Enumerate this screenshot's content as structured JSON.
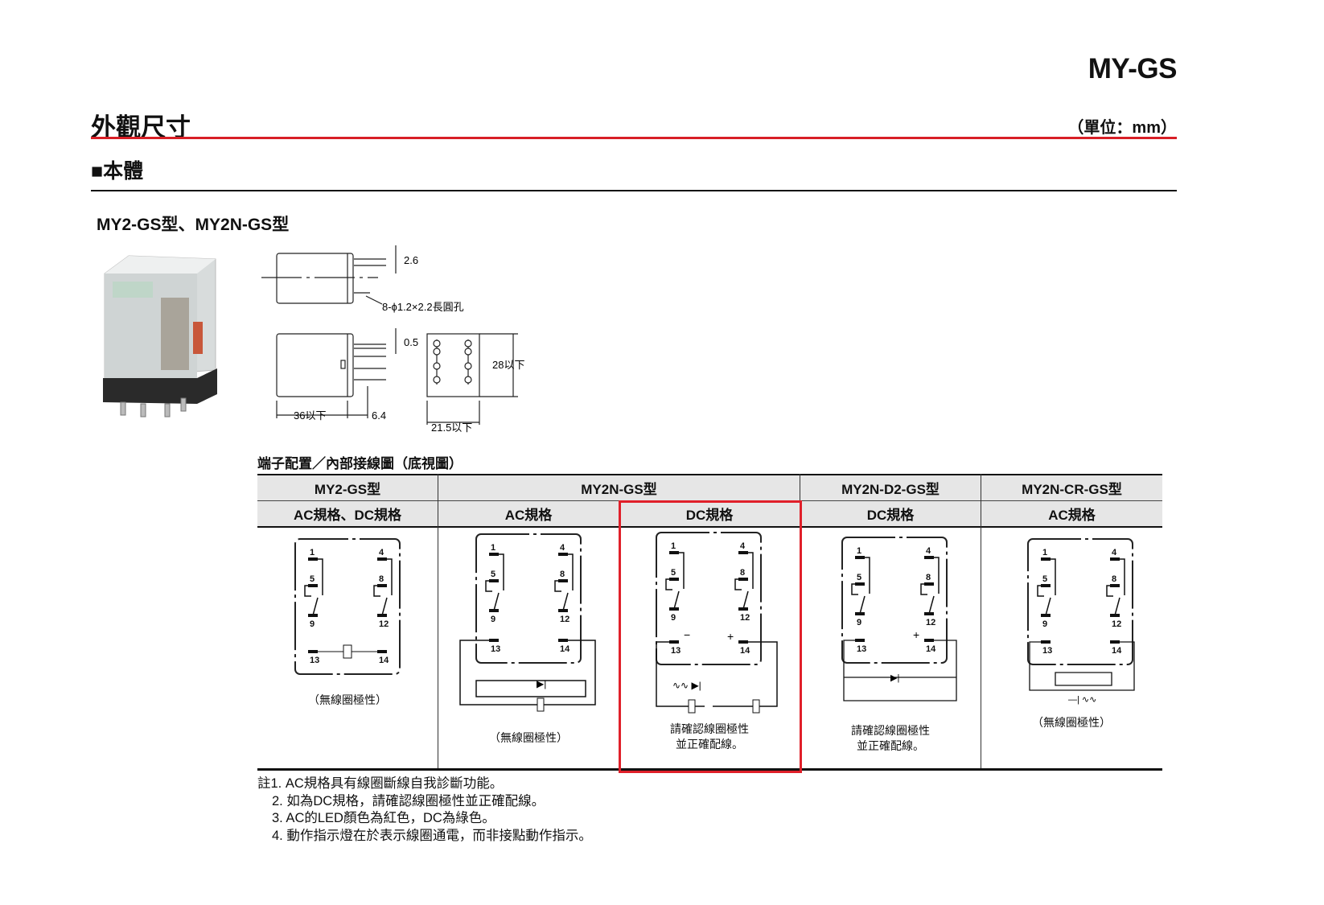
{
  "header": {
    "model": "MY-GS",
    "title": "外觀尺寸",
    "unit": "（單位：mm）"
  },
  "section": {
    "title": "■本體",
    "subtitle": "MY2-GS型、MY2N-GS型"
  },
  "drawing": {
    "dims": {
      "pin_pitch": "2.6",
      "hole": "8-ϕ1.2×2.2長圓孔",
      "pin_thickness": "0.5",
      "height": "28以下",
      "length": "36以下",
      "pin_length": "6.4",
      "width": "21.5以下"
    }
  },
  "terminal_table": {
    "title": "端子配置／內部接線圖（底視圖）",
    "groups": [
      "MY2-GS型",
      "MY2N-GS型",
      "MY2N-D2-GS型",
      "MY2N-CR-GS型"
    ],
    "specs": [
      "AC規格、DC規格",
      "AC規格",
      "DC規格",
      "DC規格",
      "AC規格"
    ],
    "terminals": [
      "1",
      "4",
      "5",
      "8",
      "9",
      "12",
      "13",
      "14"
    ],
    "captions": [
      "（無線圈極性）",
      "（無線圈極性）",
      "請確認線圈極性\n並正確配線。",
      "請確認線圈極性\n並正確配線。",
      "（無線圈極性）"
    ],
    "highlight_color": "#e0202a"
  },
  "notes": [
    "註1. AC規格具有線圈斷線自我診斷功能。",
    "2. 如為DC規格，請確認線圈極性並正確配線。",
    "3. AC的LED顏色為紅色，DC為綠色。",
    "4. 動作指示燈在於表示線圈通電，而非接點動作指示。"
  ]
}
